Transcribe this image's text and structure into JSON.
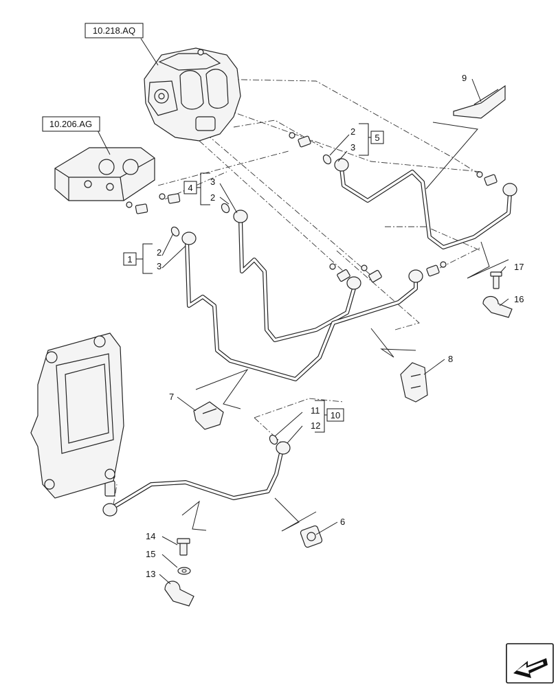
{
  "references": [
    {
      "id": "ref-top",
      "text": "10.218.AQ"
    },
    {
      "id": "ref-mid",
      "text": "10.206.AG"
    }
  ],
  "boxed_items": [
    {
      "id": "box-1",
      "text": "1"
    },
    {
      "id": "box-4",
      "text": "4"
    },
    {
      "id": "box-5",
      "text": "5"
    },
    {
      "id": "box-10",
      "text": "10"
    }
  ],
  "callouts": [
    {
      "id": "c2a",
      "text": "2"
    },
    {
      "id": "c3a",
      "text": "3"
    },
    {
      "id": "c3b",
      "text": "3"
    },
    {
      "id": "c2b",
      "text": "2"
    },
    {
      "id": "c2c",
      "text": "2"
    },
    {
      "id": "c3c",
      "text": "3"
    },
    {
      "id": "c9",
      "text": "9"
    },
    {
      "id": "c17",
      "text": "17"
    },
    {
      "id": "c16",
      "text": "16"
    },
    {
      "id": "c8",
      "text": "8"
    },
    {
      "id": "c7",
      "text": "7"
    },
    {
      "id": "c11",
      "text": "11"
    },
    {
      "id": "c12",
      "text": "12"
    },
    {
      "id": "c6",
      "text": "6"
    },
    {
      "id": "c14",
      "text": "14"
    },
    {
      "id": "c15",
      "text": "15"
    },
    {
      "id": "c13",
      "text": "13"
    }
  ],
  "icons": [
    "arrow-nav-icon"
  ]
}
